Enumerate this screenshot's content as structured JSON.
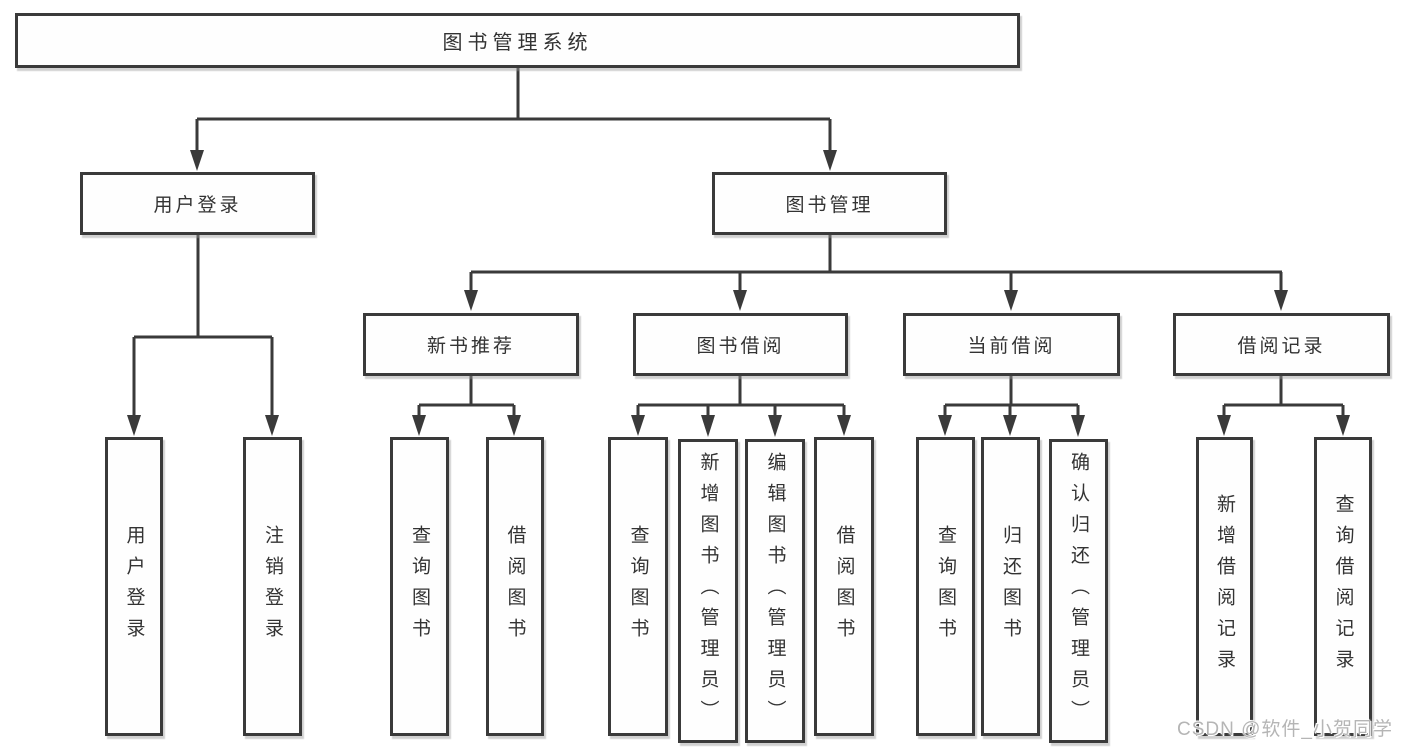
{
  "tree": {
    "label": "图书管理系统",
    "children": [
      {
        "label": "用户登录",
        "children": [
          {
            "label": "用户登录"
          },
          {
            "label": "注销登录"
          }
        ]
      },
      {
        "label": "图书管理",
        "children": [
          {
            "label": "新书推荐",
            "children": [
              {
                "label": "查询图书"
              },
              {
                "label": "借阅图书"
              }
            ]
          },
          {
            "label": "图书借阅",
            "children": [
              {
                "label": "查询图书"
              },
              {
                "label": "新增图书（管理员）"
              },
              {
                "label": "编辑图书（管理员）"
              },
              {
                "label": "借阅图书"
              }
            ]
          },
          {
            "label": "当前借阅",
            "children": [
              {
                "label": "查询图书"
              },
              {
                "label": "归还图书"
              },
              {
                "label": "确认归还（管理员）"
              }
            ]
          },
          {
            "label": "借阅记录",
            "children": [
              {
                "label": "新增借阅记录"
              },
              {
                "label": "查询借阅记录"
              }
            ]
          }
        ]
      }
    ]
  },
  "watermark": {
    "text": "CSDN @软件_小贺同学"
  },
  "colors": {
    "line": "#3a3a3a",
    "box_border": "#3a3a3a",
    "text": "#333333",
    "background": "#ffffff",
    "watermark": "#b5b5b5"
  }
}
